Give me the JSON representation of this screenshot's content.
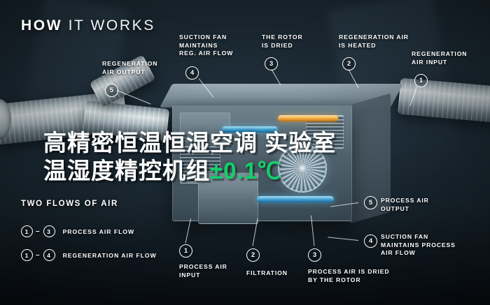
{
  "title": {
    "bold": "HOW",
    "light": "IT WORKS"
  },
  "callouts": [
    {
      "num": "1",
      "label": "REGENERATION\nAIR INPUT"
    },
    {
      "num": "2",
      "label": "REGENERATION AIR\nIS HEATED"
    },
    {
      "num": "3",
      "label": "THE ROTOR\nIS DRIED"
    },
    {
      "num": "4",
      "label": "SUCTION FAN\nMAINTAINS\nREG. AIR FLOW"
    },
    {
      "num": "5",
      "label": "REGENERATION\nAIR OUTPUT"
    },
    {
      "num": "1",
      "label": "PROCESS AIR\nINPUT"
    },
    {
      "num": "2",
      "label": "FILTRATION"
    },
    {
      "num": "3",
      "label": "PROCESS AIR IS DRIED\nBY THE ROTOR"
    },
    {
      "num": "4",
      "label": "SUCTION FAN\nMAINTAINS PROCESS\nAIR FLOW"
    },
    {
      "num": "5",
      "label": "PROCESS AIR\nOUTPUT"
    }
  ],
  "legend": {
    "title": "TWO FLOWS OF AIR",
    "rows": [
      {
        "from": "1",
        "dash": "–",
        "to": "3",
        "text": "PROCESS AIR FLOW"
      },
      {
        "from": "1",
        "dash": "–",
        "to": "4",
        "text": "REGENERATION AIR FLOW"
      }
    ]
  },
  "watermark": {
    "line1": "高精密恒温恒湿空调 实验室",
    "line2_prefix": "温湿度精控机组",
    "line2_accent": "±0.1℃"
  },
  "colors": {
    "accent_green": "#13d06a",
    "process_blue": "#3d9fd0",
    "regen_amber": "#f0a83c",
    "text": "#ffffff"
  }
}
